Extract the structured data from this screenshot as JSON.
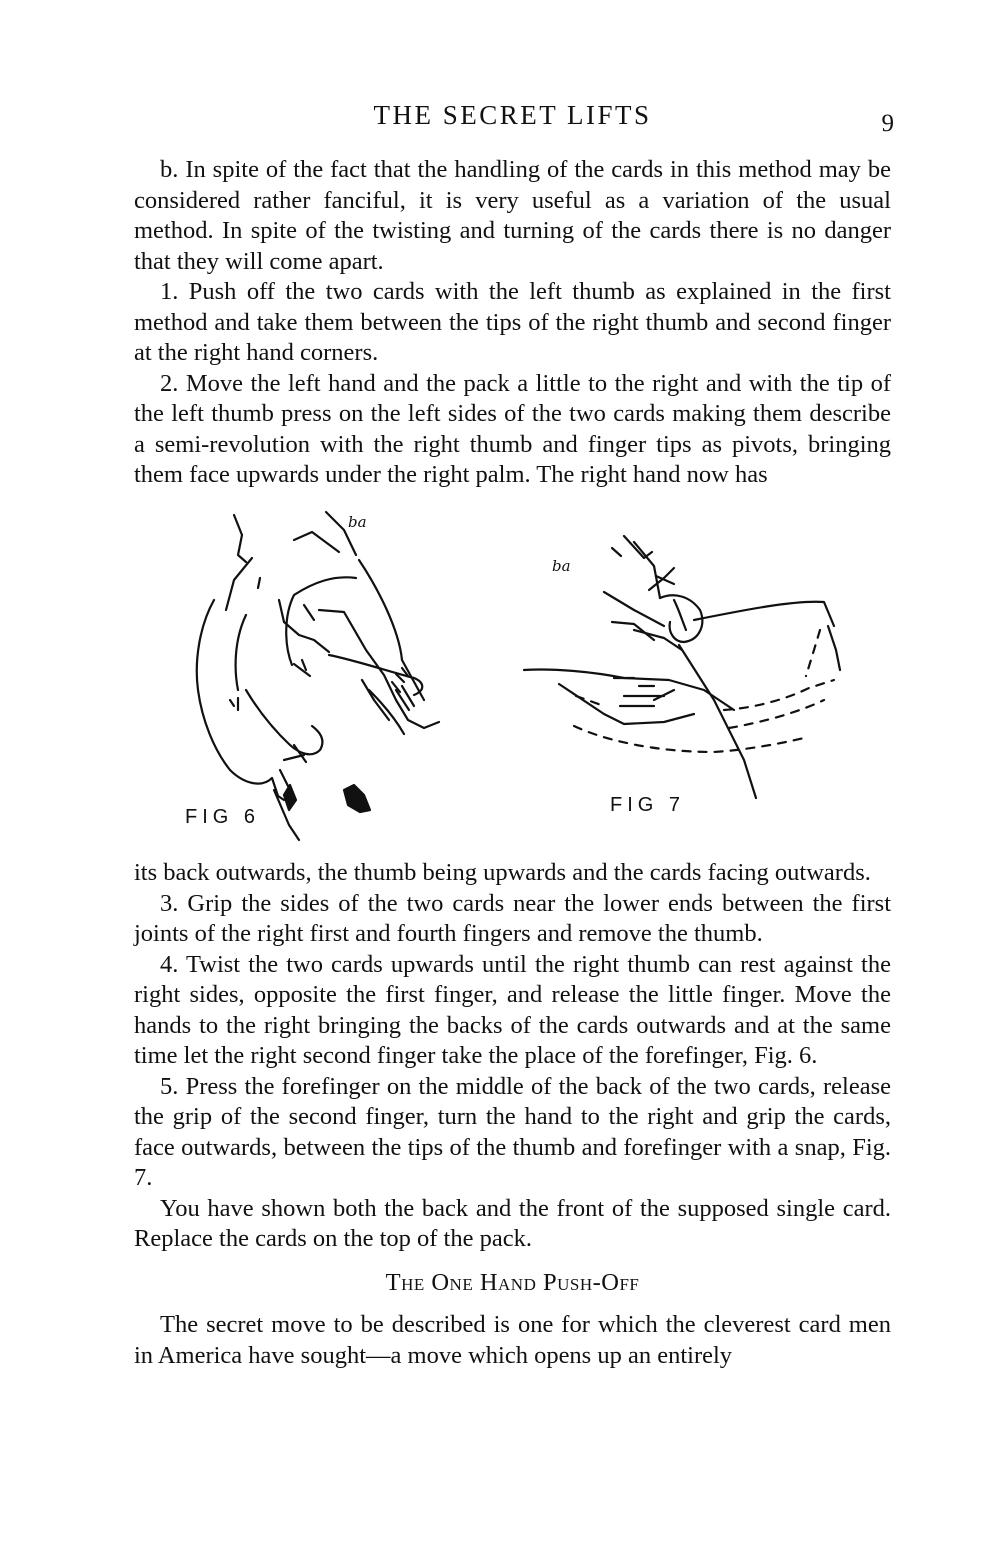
{
  "header": {
    "title": "THE SECRET LIFTS",
    "page_number": "9"
  },
  "paragraphs_top": [
    "b. In spite of the fact that the handling of the cards in this method may be considered rather fanciful, it is very useful as a variation of the usual method. In spite of the twisting and turning of the cards there is no danger that they will come apart.",
    "1. Push off the two cards with the left thumb as explained in the first method and take them between the tips of the right thumb and second finger at the right hand corners.",
    "2. Move the left hand and the pack a little to the right and with the tip of the left thumb press on the left sides of the two cards making them de­scribe a semi-revolution with the right thumb and finger tips as pivots, bringing them face upwards under the right palm. The right hand now has"
  ],
  "figures": {
    "fig6_caption": "FIG 6",
    "fig7_caption": "FIG 7",
    "artist_initials": "ba"
  },
  "paragraphs_bottom": [
    "its back outwards, the thumb being upwards and the cards facing outwards.",
    "3. Grip the sides of the two cards near the lower ends between the first joints of the right first and fourth fingers and remove the thumb.",
    "4. Twist the two cards upwards until the right thumb can rest against the right sides, opposite the first finger, and release the little finger. Move the hands to the right bringing the backs of the cards outwards and at the same time let the right second finger take the place of the forefinger, Fig. 6.",
    "5. Press the forefinger on the middle of the back of the two cards, re­lease the grip of the second finger, turn the hand to the right and grip the cards, face outwards, between the tips of the thumb and forefinger with a snap, Fig. 7.",
    "You have shown both the back and the front of the supposed single card. Replace the cards on the top of the pack."
  ],
  "section": {
    "heading": "The One Hand Push-Off",
    "paragraph": "The secret move to be described is one for which the cleverest card men in America have sought—a move which opens up an entirely"
  }
}
